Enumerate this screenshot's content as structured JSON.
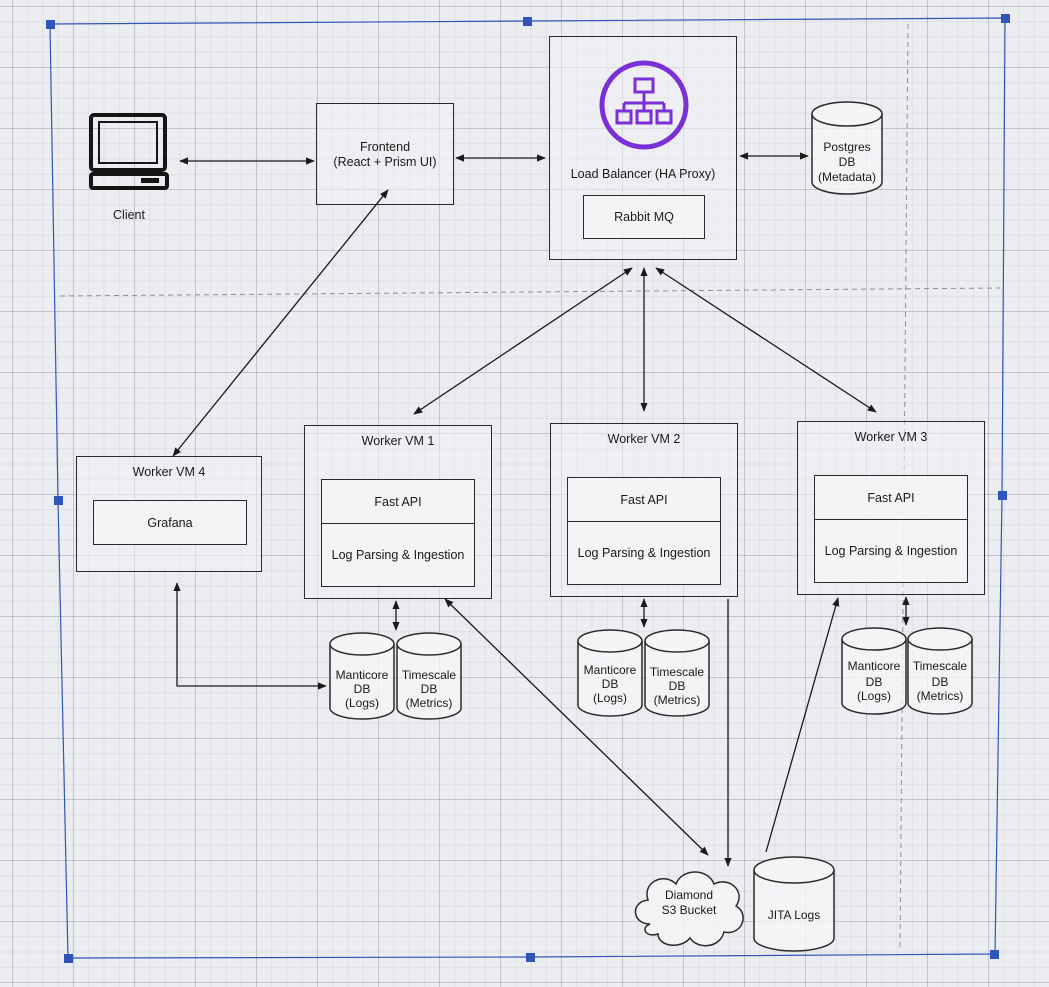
{
  "client": {
    "label": "Client"
  },
  "frontend": {
    "title": "Frontend",
    "subtitle": "(React + Prism UI)"
  },
  "load_balancer": {
    "label": "Load Balancer (HA Proxy)",
    "queue": "Rabbit MQ"
  },
  "postgres": {
    "lines": [
      "Postgres",
      "DB",
      "(Metadata)"
    ]
  },
  "worker_vm_4": {
    "title": "Worker VM 4",
    "service": "Grafana"
  },
  "workers": [
    {
      "title": "Worker VM 1",
      "api": "Fast API",
      "ingest": "Log Parsing & Ingestion",
      "manticore": [
        "Manticore",
        "DB",
        "(Logs)"
      ],
      "timescale": [
        "Timescale",
        "DB",
        "(Metrics)"
      ]
    },
    {
      "title": "Worker VM 2",
      "api": "Fast API",
      "ingest": "Log Parsing & Ingestion",
      "manticore": [
        "Manticore",
        "DB",
        "(Logs)"
      ],
      "timescale": [
        "Timescale",
        "DB",
        "(Metrics)"
      ]
    },
    {
      "title": "Worker VM 3",
      "api": "Fast API",
      "ingest": "Log Parsing & Ingestion",
      "manticore": [
        "Manticore",
        "DB",
        "(Logs)"
      ],
      "timescale": [
        "Timescale",
        "DB",
        "(Metrics)"
      ]
    }
  ],
  "s3": {
    "lines": [
      "Diamond",
      "S3 Bucket"
    ]
  },
  "jita": {
    "label": "JITA Logs"
  },
  "colors": {
    "accent": "#7b2fd6",
    "selection": "#2f55b8",
    "ink": "#2a2a2a"
  },
  "icons": {
    "client": "desktop-computer-icon",
    "load_balancer": "network-hierarchy-icon"
  }
}
